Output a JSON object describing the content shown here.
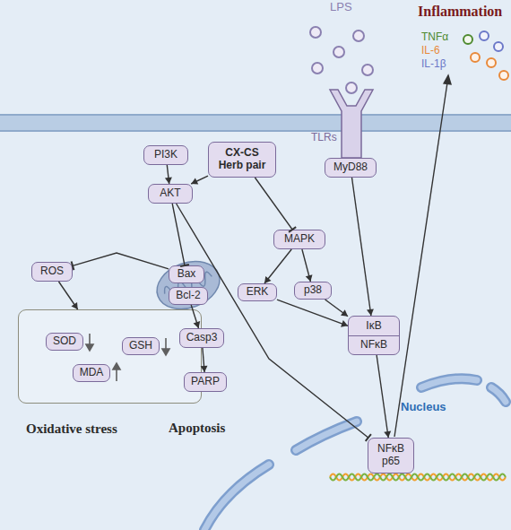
{
  "diagram": {
    "nodes": [
      {
        "text": [
          "CX-CS Herb pair"
        ]
      },
      {
        "text": [
          "PI3K"
        ]
      },
      {
        "text": [
          "MyD88"
        ]
      },
      {
        "text": [
          "AKT"
        ]
      },
      {
        "text": [
          "MAPK"
        ]
      },
      {
        "text": [
          "ROS"
        ]
      },
      {
        "text": [
          "Bax"
        ]
      },
      {
        "text": [
          "Bcl-2"
        ]
      },
      {
        "text": [
          "ERK"
        ]
      },
      {
        "text": [
          "p38"
        ]
      },
      {
        "text": [
          "Oxidative stress"
        ]
      },
      {
        "text": [
          "SOD"
        ],
        "in": 10
      },
      {
        "text": [
          "GSH"
        ],
        "in": 10
      },
      {
        "text": [
          "MDA"
        ],
        "in": 10
      },
      {
        "text": [
          "IκB",
          "NFκB"
        ]
      },
      {
        "text": [
          "Casp3"
        ]
      },
      {
        "text": [
          "PARP"
        ]
      },
      {
        "text": [
          "NFκB p65"
        ]
      }
    ],
    "edges": [
      {
        "from": 1,
        "to": 3,
        "arrow": "to"
      },
      {
        "from": 0,
        "to": 3,
        "arrow": "to"
      },
      {
        "from": 0,
        "to": 4,
        "arrow": "to"
      },
      {
        "from": 3,
        "to": 6,
        "arrow": "to"
      },
      {
        "from": 3,
        "to": 17,
        "arrow": "to"
      },
      {
        "from": 6,
        "to": 5,
        "arrow": "to"
      },
      {
        "from": 5,
        "to": 10,
        "arrow": "to"
      },
      {
        "from": 7,
        "to": 15,
        "arrow": "to"
      },
      {
        "from": 15,
        "to": 16,
        "arrow": "to"
      },
      {
        "from": 4,
        "to": 8,
        "arrow": "to"
      },
      {
        "from": 4,
        "to": 9,
        "arrow": "to"
      },
      {
        "from": 8,
        "to": 14,
        "arrow": "to"
      },
      {
        "from": 9,
        "to": 14,
        "arrow": "to"
      },
      {
        "from": 2,
        "to": 14,
        "arrow": "to"
      },
      {
        "from": 14,
        "to": 17,
        "arrow": "to"
      }
    ],
    "labels": [
      "LPS",
      "Inflammation",
      "TNFα",
      "IL-6",
      "IL-1β",
      "TLRs",
      "Apoptosis",
      "Nucleus"
    ]
  }
}
